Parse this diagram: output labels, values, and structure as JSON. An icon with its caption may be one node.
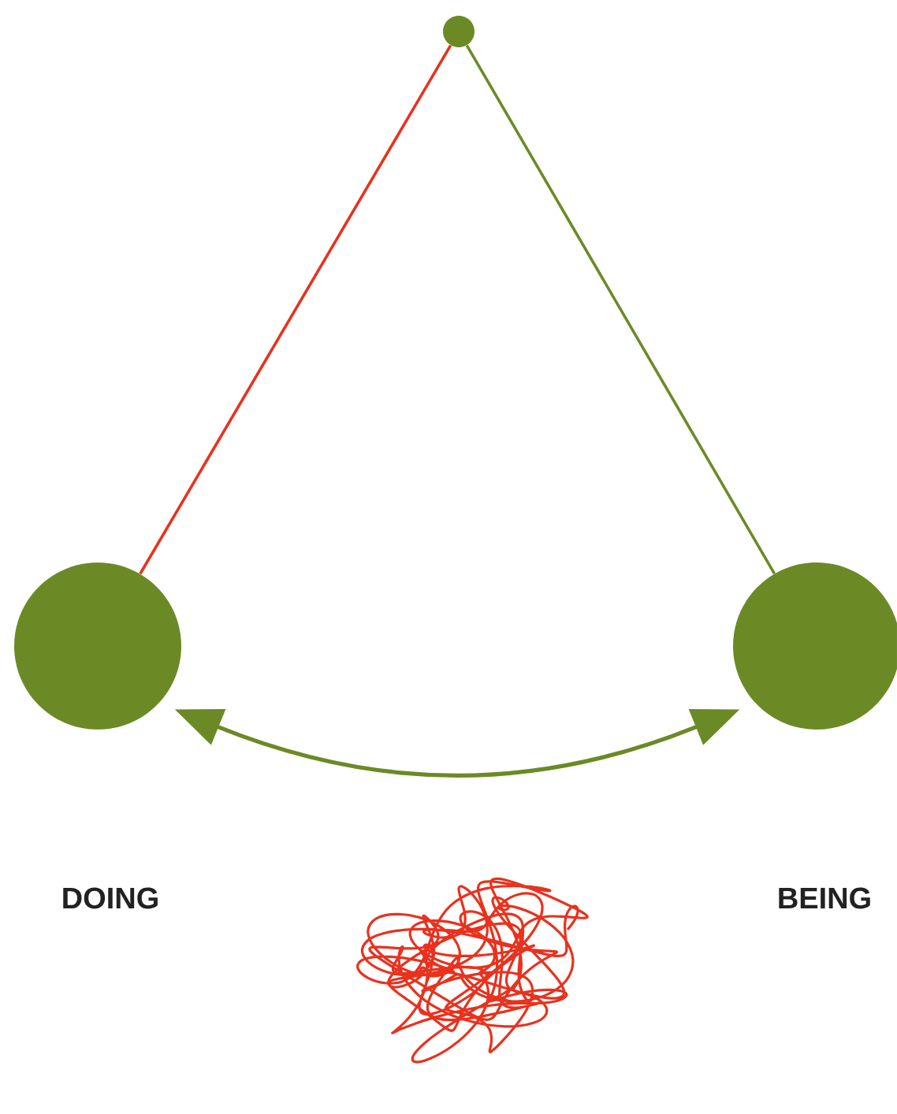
{
  "diagram": {
    "nodes": [
      {
        "text": [],
        "shape": "circle"
      },
      {
        "text": [],
        "shape": "circle"
      },
      {
        "text": [],
        "shape": "circle"
      }
    ],
    "labels": [
      "DOING",
      "BEING"
    ],
    "edges": [
      {
        "from": 0,
        "to": 1,
        "arrow": "none",
        "color": "#e8321e"
      },
      {
        "from": 0,
        "to": 2,
        "arrow": "none"
      },
      {
        "from": 1,
        "to": 2,
        "arrow": "both"
      }
    ]
  }
}
